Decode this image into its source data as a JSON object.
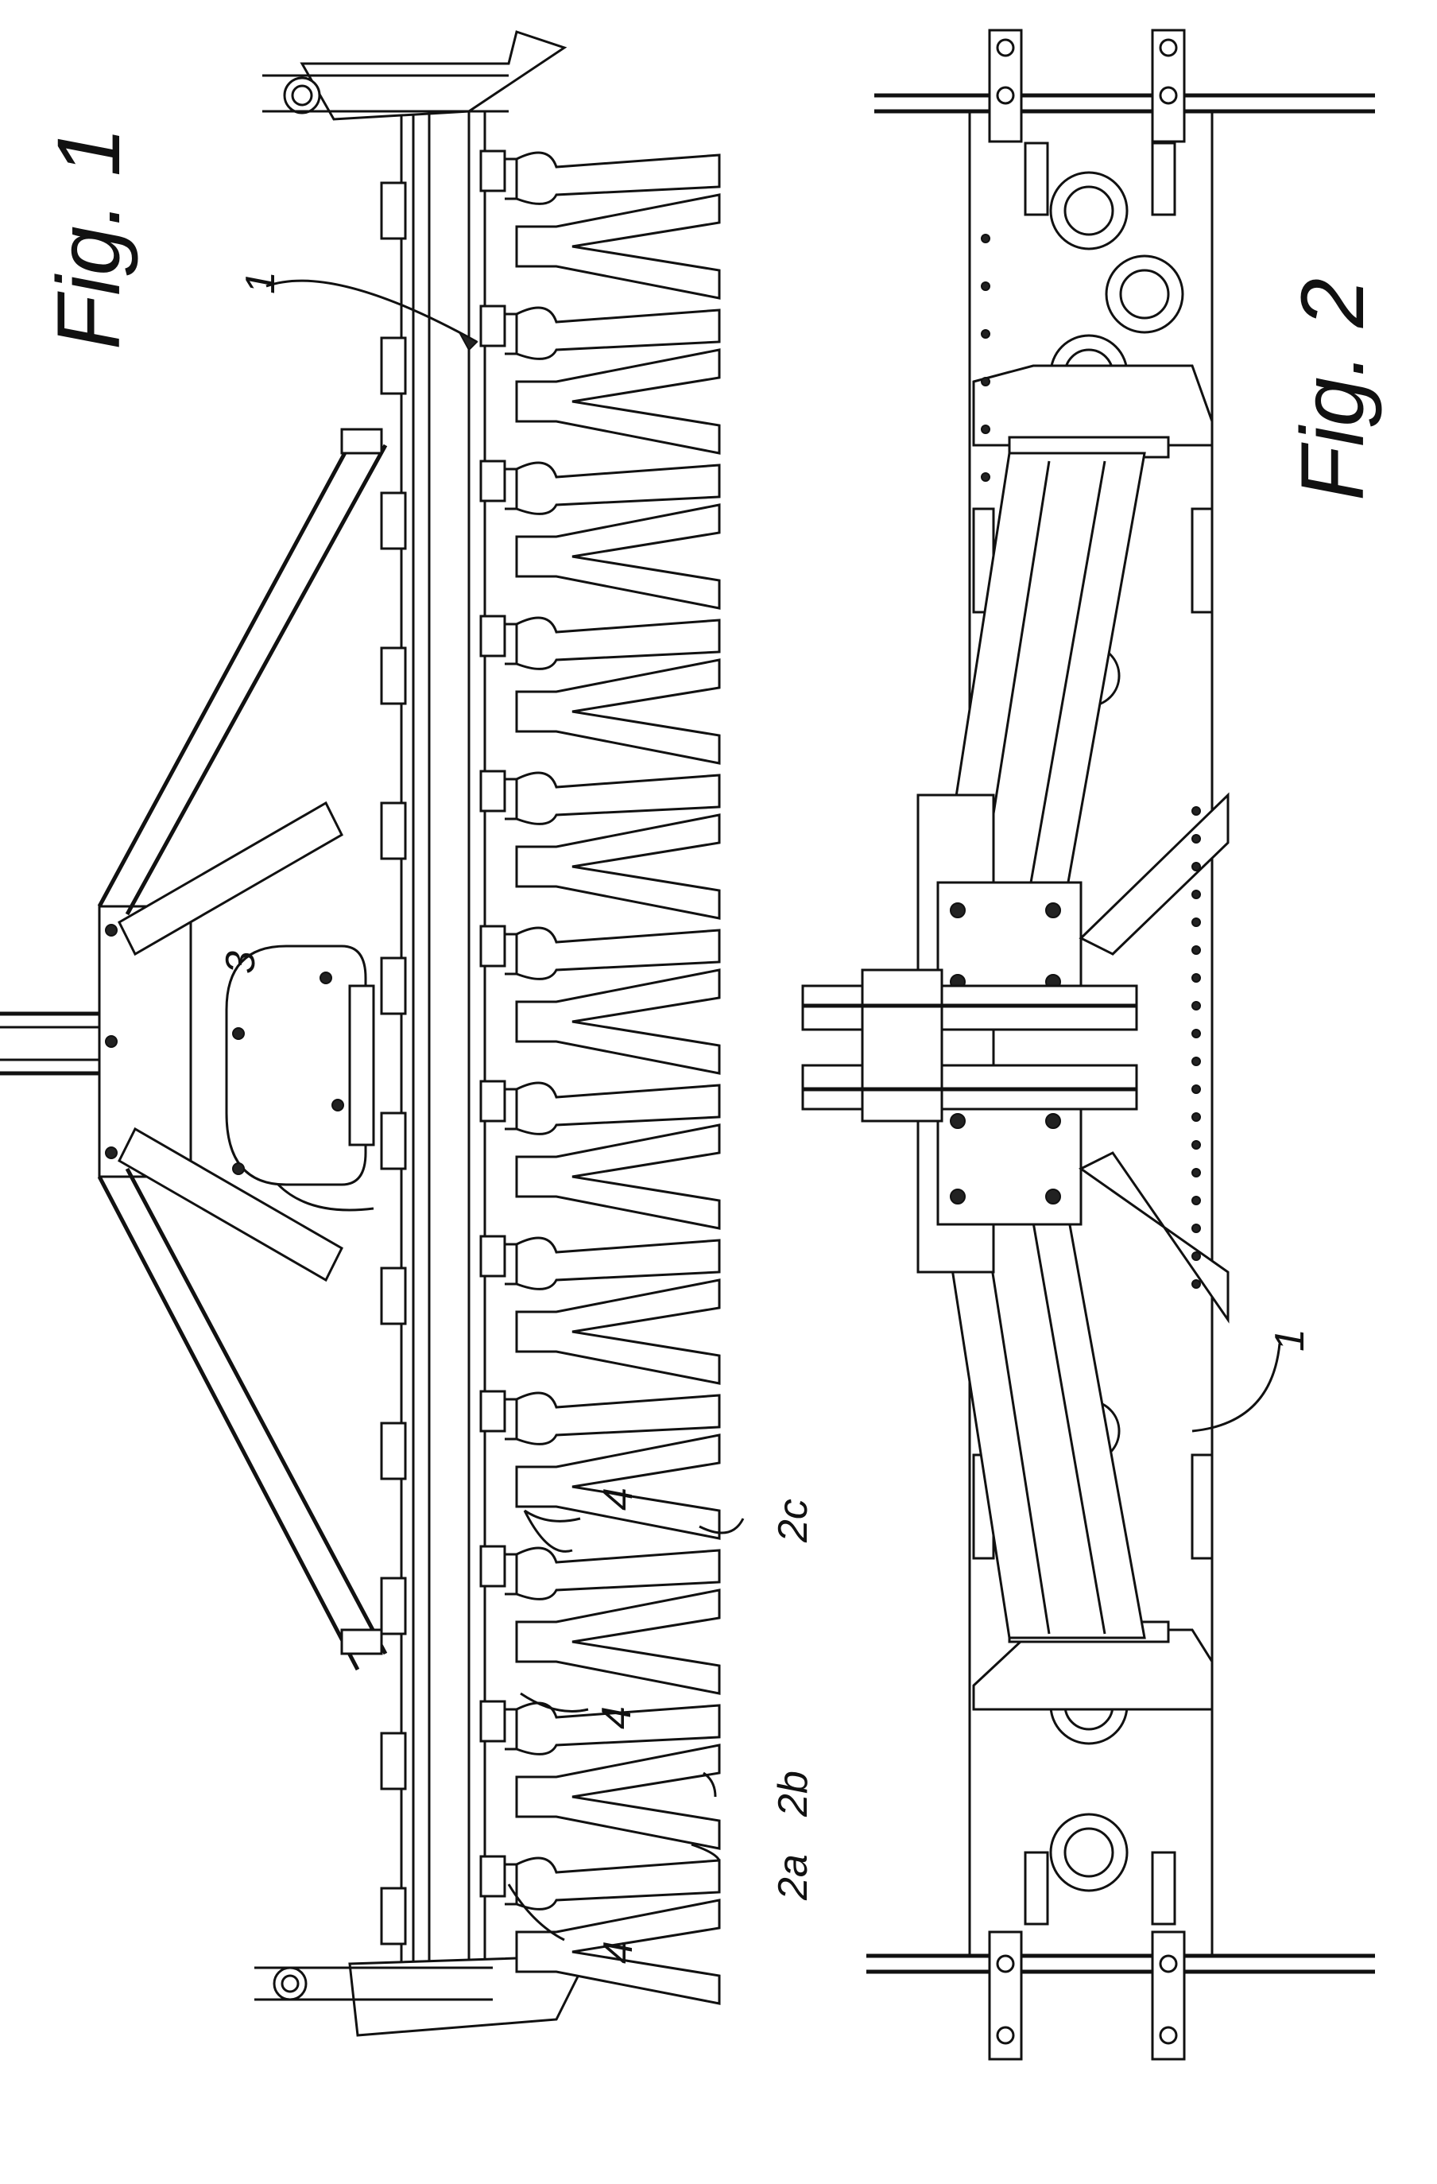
{
  "figure_1": {
    "title": "Fig. 1",
    "labels": {
      "frame": "1",
      "gearbox": "3",
      "tine_a": "2a",
      "tine_b": "2b",
      "tine_c": "2c",
      "holder_top": "4",
      "holder_mid": "4",
      "holder_bottom": "4"
    }
  },
  "figure_2": {
    "title": "Fig. 2",
    "labels": {
      "frame": "1"
    }
  }
}
